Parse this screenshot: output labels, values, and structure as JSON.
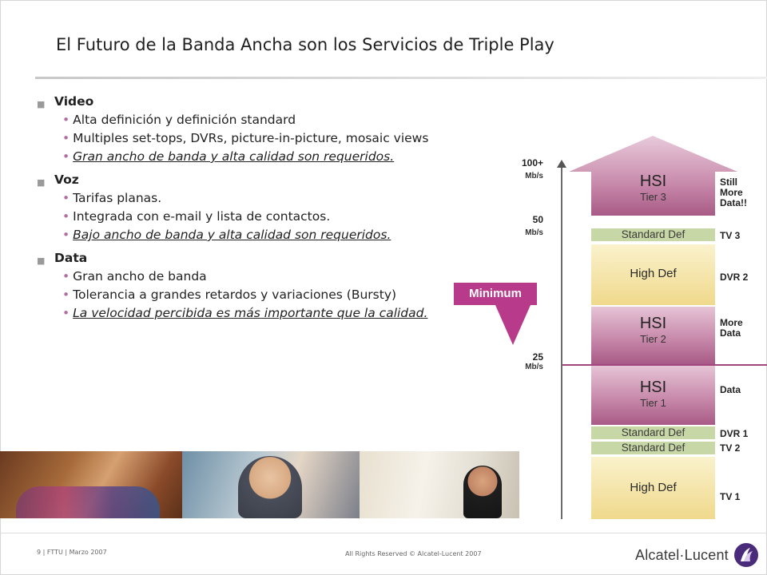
{
  "title": "El Futuro de la Banda Ancha son los Servicios de Triple Play",
  "sections": [
    {
      "heading": "Video",
      "items": [
        {
          "text": "Alta definición y definición standard",
          "emphasis": false
        },
        {
          "text": "Multiples set-tops, DVRs, picture-in-picture, mosaic views",
          "emphasis": false
        },
        {
          "text": "Gran ancho de banda y alta calidad son requeridos.",
          "emphasis": true
        }
      ]
    },
    {
      "heading": "Voz",
      "items": [
        {
          "text": "Tarifas planas.",
          "emphasis": false
        },
        {
          "text": "Integrada con e-mail y lista de contactos.",
          "emphasis": false
        },
        {
          "text": "Bajo ancho de banda y alta calidad son requeridos.",
          "emphasis": true
        }
      ]
    },
    {
      "heading": "Data",
      "items": [
        {
          "text": "Gran ancho de banda",
          "emphasis": false
        },
        {
          "text": "Tolerancia a grandes retardos y variaciones (Bursty)",
          "emphasis": false
        },
        {
          "text": "La velocidad percibida es más importante que la calidad.",
          "emphasis": true
        }
      ]
    }
  ],
  "bandwidth_diagram": {
    "axis_ticks": [
      {
        "value": "100+",
        "unit": "Mb/s"
      },
      {
        "value": "50",
        "unit": "Mb/s"
      },
      {
        "value": "25",
        "unit": "Mb/s"
      }
    ],
    "minimum_label": "Minimum",
    "blocks": {
      "hsi_tier3": {
        "title": "HSI",
        "sub": "Tier 3"
      },
      "sd_top": "Standard Def",
      "hd_mid": "High Def",
      "hsi_tier2": {
        "title": "HSI",
        "sub": "Tier 2"
      },
      "hsi_tier1": {
        "title": "HSI",
        "sub": "Tier 1"
      },
      "sd_1": "Standard Def",
      "sd_2": "Standard Def",
      "hd_bottom": "High Def"
    },
    "side_labels": {
      "still_more": "Still More Data!!",
      "tv3": "TV 3",
      "dvr2": "DVR 2",
      "more_data": "More Data",
      "data": "Data",
      "dvr1": "DVR 1",
      "tv2": "TV 2",
      "tv1": "TV 1"
    },
    "colors": {
      "accent": "#b83a8a",
      "hsi": "#c88aab",
      "hd": "#f0d98c",
      "sd": "#c8d7a6"
    }
  },
  "footer": {
    "left": "9 | FTTU | Marzo 2007",
    "center": "All Rights Reserved © Alcatel-Lucent 2007",
    "logo": "Alcatel·Lucent"
  }
}
